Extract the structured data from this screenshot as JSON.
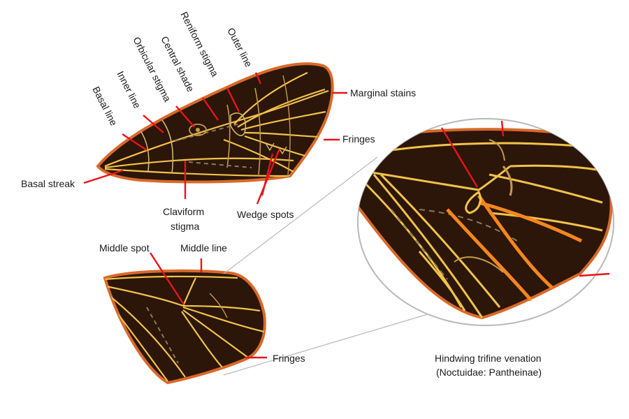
{
  "labels": {
    "basal_line": "Basal line",
    "inner_line": "Inner line",
    "orbicular_stigma": "Orbicular stigma",
    "central_shade": "Central shade",
    "reniform_stigma": "Reniform stigma",
    "outer_line": "Outer line",
    "marginal_stains": "Marginal stains",
    "fringes_forewing": "Fringes",
    "basal_streak": "Basal streak",
    "claviform_line1": "Claviform",
    "claviform_line2": "stigma",
    "wedge_spots": "Wedge spots",
    "middle_spot": "Middle spot",
    "middle_line": "Middle line",
    "fringes_hindwing": "Fringes"
  },
  "caption": {
    "line1": "Hindwing trifine venation",
    "line2": "(Noctuidae: Pantheinae)"
  },
  "colors": {
    "wing_fill": "#2b1609",
    "vein": "#f2c24a",
    "pointer": "#e8141a",
    "highlight_vein": "#f5861e",
    "fringe": "#c8501e",
    "lens_border": "#b8b8b8"
  }
}
